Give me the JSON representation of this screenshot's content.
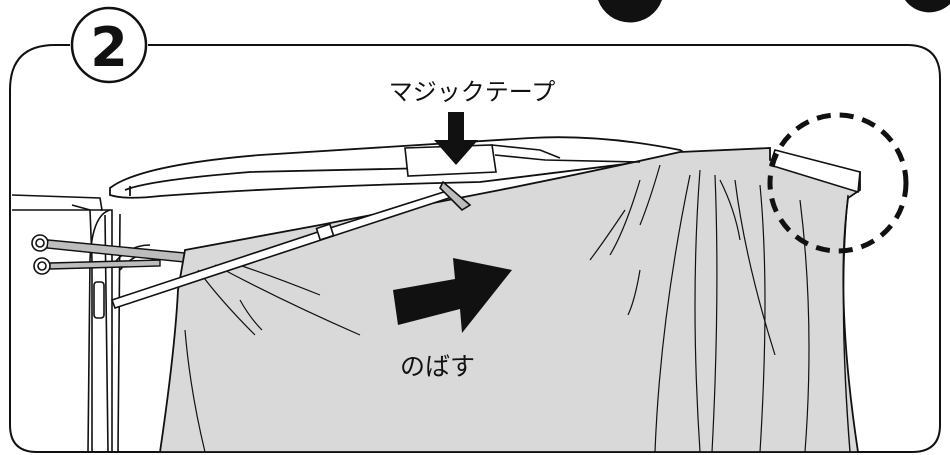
{
  "step": {
    "number": "2"
  },
  "labels": {
    "velcro": "マジックテープ",
    "stretch": "のばす"
  },
  "colors": {
    "outline": "#111111",
    "cover": "#d9d9d9",
    "frame_fill": "#ffffff"
  },
  "icons": {
    "down_arrow": "down-arrow-icon",
    "right_arrow": "right-arrow-icon",
    "highlight_circle": "dashed-circle-icon"
  }
}
